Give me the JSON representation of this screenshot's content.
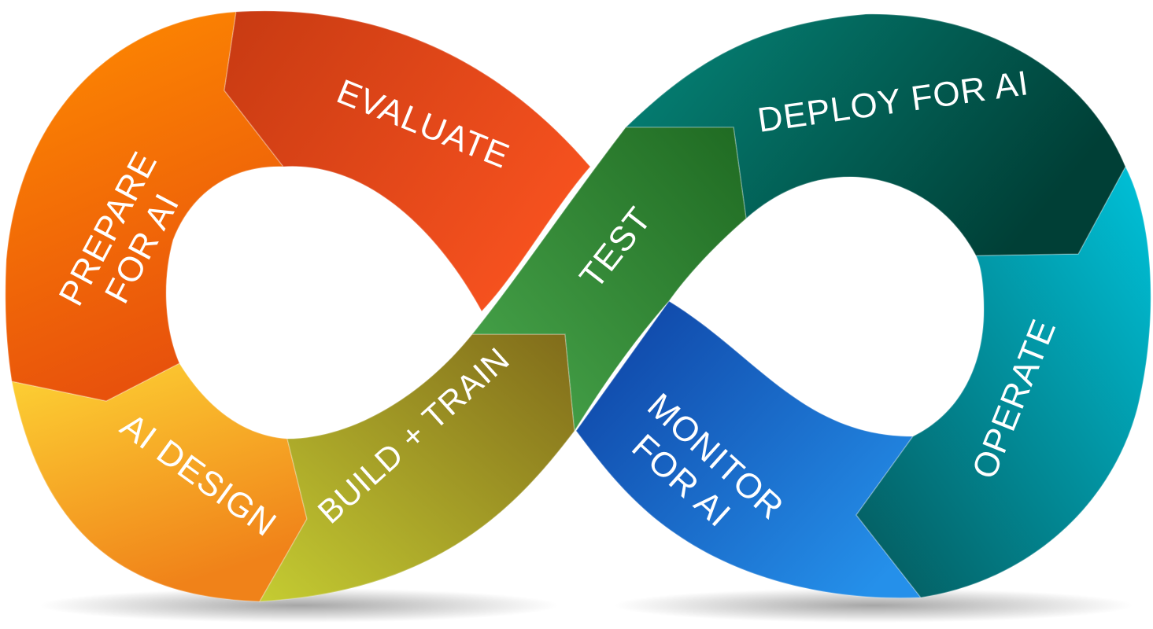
{
  "diagram": {
    "segments": [
      {
        "key": "prepare",
        "lines": [
          "PREPARE",
          "FOR AI"
        ],
        "colors": [
          "#ff8c00",
          "#e8520c"
        ]
      },
      {
        "key": "evaluate",
        "lines": [
          "EVALUATE"
        ],
        "colors": [
          "#c73a12",
          "#f7521f"
        ]
      },
      {
        "key": "test",
        "lines": [
          "TEST"
        ],
        "colors": [
          "#4aa84d",
          "#1f6a22"
        ]
      },
      {
        "key": "deploy",
        "lines": [
          "DEPLOY FOR AI"
        ],
        "colors": [
          "#05867a",
          "#003f36"
        ]
      },
      {
        "key": "operate",
        "lines": [
          "OPERATE"
        ],
        "colors": [
          "#00c2da",
          "#04585a"
        ]
      },
      {
        "key": "monitor",
        "lines": [
          "MONITOR",
          "FOR AI"
        ],
        "colors": [
          "#0d3fa1",
          "#2590ea"
        ]
      },
      {
        "key": "build",
        "lines": [
          "BUILD + TRAIN"
        ],
        "colors": [
          "#c5cc32",
          "#806b1a"
        ]
      },
      {
        "key": "design",
        "lines": [
          "AI DESIGN"
        ],
        "colors": [
          "#fdd435",
          "#f08219"
        ]
      }
    ]
  }
}
